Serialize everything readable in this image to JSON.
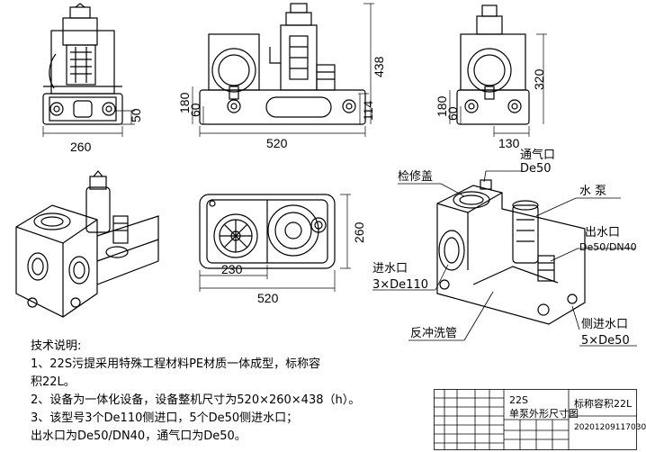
{
  "views": {
    "front": {
      "width_label": "260",
      "height_label": "438",
      "base_label": "50"
    },
    "side": {
      "width_label": "520",
      "h180": "180",
      "h60": "60",
      "h114": "114"
    },
    "rear": {
      "width_label": "130",
      "h320": "320",
      "h180": "180",
      "h60": "60"
    },
    "top": {
      "width_230": "230",
      "width_520": "520",
      "depth_260": "260"
    }
  },
  "callouts": {
    "vent": {
      "title": "通气口",
      "size": "De50"
    },
    "inspection_cover": "检修盖",
    "pump": "水 泵",
    "outlet": {
      "title": "出水口",
      "size": "De50/DN40"
    },
    "inlet": {
      "title": "进水口",
      "size": "3×De110"
    },
    "backflush": "反冲洗管",
    "side_inlet": {
      "title": "侧进水口",
      "size": "5×De50"
    }
  },
  "notes": {
    "heading": "技术说明:",
    "lines": [
      "1、22S污提采用特殊工程材料PE材质一体成型，标称容",
      "   积22L。",
      "2、设备为一体化设备，设备整机尺寸为520×260×438（h）。",
      "3、该型号3个De110侧进口，5个De50侧进水口；",
      "   出水口为De50/DN40，通气口为De50。"
    ]
  },
  "title_block": {
    "model": "22S",
    "drawing_name": "单泵外形尺寸图",
    "capacity": "标称容积22L",
    "drawing_no": "20201209117030"
  }
}
